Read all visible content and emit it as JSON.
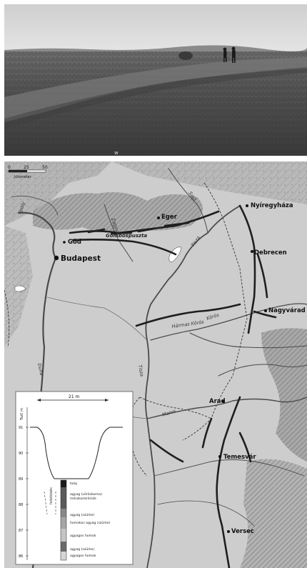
{
  "photo": {
    "watermark": "w"
  },
  "map": {
    "scale": {
      "ticks": [
        "0",
        "25",
        "50"
      ],
      "unit": "kilométer"
    },
    "cities": [
      {
        "id": "budapest",
        "name": "Budapest"
      },
      {
        "id": "god",
        "name": "Göd"
      },
      {
        "id": "eger",
        "name": "Eger"
      },
      {
        "id": "nyiregyhaza",
        "name": "Nyíregyháza"
      },
      {
        "id": "debrecen",
        "name": "Debrecen"
      },
      {
        "id": "nagyvarad",
        "name": "Nagyvárad"
      },
      {
        "id": "arad",
        "name": "Arad"
      },
      {
        "id": "temesvar",
        "name": "Temesvár"
      },
      {
        "id": "versec",
        "name": "Versec"
      }
    ],
    "labels": {
      "gombospuszta": "Gombospuszta",
      "duna": "Duna",
      "tisza_lower": "Tisza",
      "tisza_upper": "Tisza",
      "maros": "Maros",
      "koros": "Körös",
      "kettos_koros": "Hármas Körös",
      "ipoly": "Ipoly",
      "sajo": "Sajó",
      "zagyva": "Zagyva"
    }
  },
  "cross_section": {
    "width_label": "21 m",
    "y_axis_title": "Tszf. m",
    "y_ticks": [
      "91",
      "90",
      "89",
      "88",
      "87",
      "86"
    ],
    "vertical_label": "feltöltődés",
    "layers": [
      "talaj",
      "agyag (vörösbarna)",
      "mészkonkréciók",
      "agyag (szürke)",
      "homokos agyag (szürke)",
      "agyagos homok",
      "agyag (szürke)",
      "agyagos homok"
    ]
  }
}
